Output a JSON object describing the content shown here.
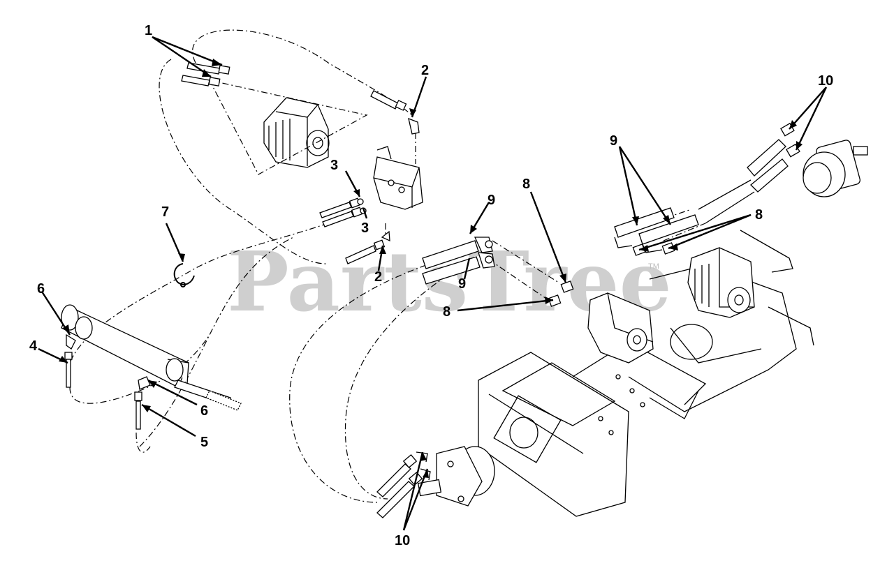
{
  "watermark": {
    "text": "PartsTree",
    "mark": "TM"
  },
  "callouts": [
    {
      "id": "c1",
      "text": "1"
    },
    {
      "id": "c2a",
      "text": "2"
    },
    {
      "id": "c2b",
      "text": "2"
    },
    {
      "id": "c3a",
      "text": "3"
    },
    {
      "id": "c3b",
      "text": "3"
    },
    {
      "id": "c4",
      "text": "4"
    },
    {
      "id": "c5",
      "text": "5"
    },
    {
      "id": "c6a",
      "text": "6"
    },
    {
      "id": "c6b",
      "text": "6"
    },
    {
      "id": "c7",
      "text": "7"
    },
    {
      "id": "c8a",
      "text": "8"
    },
    {
      "id": "c8b",
      "text": "8"
    },
    {
      "id": "c8c",
      "text": "8"
    },
    {
      "id": "c9a",
      "text": "9"
    },
    {
      "id": "c9b",
      "text": "9"
    },
    {
      "id": "c9c",
      "text": "9"
    },
    {
      "id": "c10a",
      "text": "10"
    },
    {
      "id": "c10b",
      "text": "10"
    }
  ],
  "colors": {
    "line": "#000000",
    "watermark": "#cfcfcf",
    "background": "#ffffff"
  }
}
